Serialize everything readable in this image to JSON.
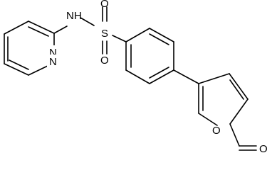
{
  "diagram": {
    "type": "chemical-structure",
    "atom_labels": {
      "amide_n": "N",
      "amide_h": "H",
      "sulfur": "S",
      "oxygen_top": "O",
      "oxygen_bottom": "O",
      "pyrimidine_n1": "N",
      "pyrimidine_n3": "N",
      "furan_o": "O",
      "aldehyde_o": "O"
    }
  }
}
